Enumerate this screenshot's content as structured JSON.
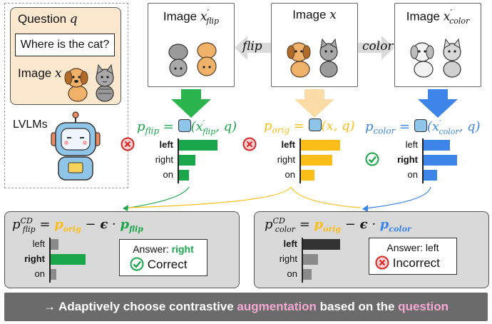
{
  "question_panel": {
    "title": "Question",
    "title_var": "q",
    "question_text": "Where is the cat?",
    "image_label": "Image",
    "image_var": "x"
  },
  "model_label": "LVLMs",
  "images": {
    "flip": {
      "label": "Image",
      "var": "x",
      "sup": "′",
      "sub": "flip",
      "bg": "#d5edd9"
    },
    "orig": {
      "label": "Image",
      "var": "x",
      "bg": "#fbe8cf"
    },
    "color": {
      "label": "Image",
      "var": "x",
      "sup": "′",
      "sub": "color",
      "bg": "#dce8fa"
    }
  },
  "transform_labels": {
    "flip": "flip",
    "color": "color"
  },
  "equations": {
    "flip": {
      "p": "p",
      "sub": "flip",
      "args_pre": "(x",
      "args_sup": "′",
      "args_sub": "flip",
      "args_post": ", q)"
    },
    "orig": {
      "p": "p",
      "sub": "orig",
      "args": "(x, q)"
    },
    "color": {
      "p": "p",
      "sub": "color",
      "args_pre": "(x",
      "args_sup": "′",
      "args_sub": "color",
      "args_post": ", q)"
    }
  },
  "answer_labels": [
    "left",
    "right",
    "on"
  ],
  "distributions": {
    "flip": {
      "values": [
        0.8,
        0.35,
        0.22
      ],
      "color": "#1aa64a",
      "marked": "left",
      "mark": "wrong"
    },
    "orig": {
      "values": [
        0.82,
        0.65,
        0.28
      ],
      "color": "#fbbd17",
      "marked": "left",
      "mark": "wrong"
    },
    "color": {
      "values": [
        0.55,
        0.7,
        0.28
      ],
      "color": "#3d85e8",
      "marked": "right",
      "mark": "right"
    }
  },
  "cd_panels": {
    "flip": {
      "p": "p",
      "sup": "CD",
      "sub": "flip",
      "eq_orig_p": "p",
      "eq_orig_sub": "orig",
      "minus": " − ",
      "eps": "ϵ",
      "dot": " · ",
      "eq_aug_p": "p",
      "eq_aug_sub": "flip",
      "values": [
        0.2,
        0.85,
        0.15
      ],
      "bold_label": "right",
      "answer_prefix": "Answer: ",
      "answer_value": "right",
      "verdict": "Correct"
    },
    "color": {
      "p": "p",
      "sup": "CD",
      "sub": "color",
      "eq_orig_p": "p",
      "eq_orig_sub": "orig",
      "minus": " − ",
      "eps": "ϵ",
      "dot": " · ",
      "eq_aug_p": "p",
      "eq_aug_sub": "color",
      "values": [
        0.85,
        0.35,
        0.2
      ],
      "bold_label": "left",
      "answer_prefix": "Answer: ",
      "answer_value": "left",
      "verdict": "Incorrect"
    }
  },
  "banner": {
    "arrow": "→",
    "part1": " Adaptively choose contrastive ",
    "highlight1": "augmentation",
    "part2": " based on the ",
    "highlight2": "question"
  },
  "colors": {
    "flip": "#1aa64a",
    "orig": "#fbbd17",
    "color": "#3d85e8",
    "cd_bar": "#8a8a8a",
    "cd_bar_strong_flip": "#1aa64a",
    "cd_bar_strong_color": "#333333",
    "highlight": "#f4a9d4"
  }
}
